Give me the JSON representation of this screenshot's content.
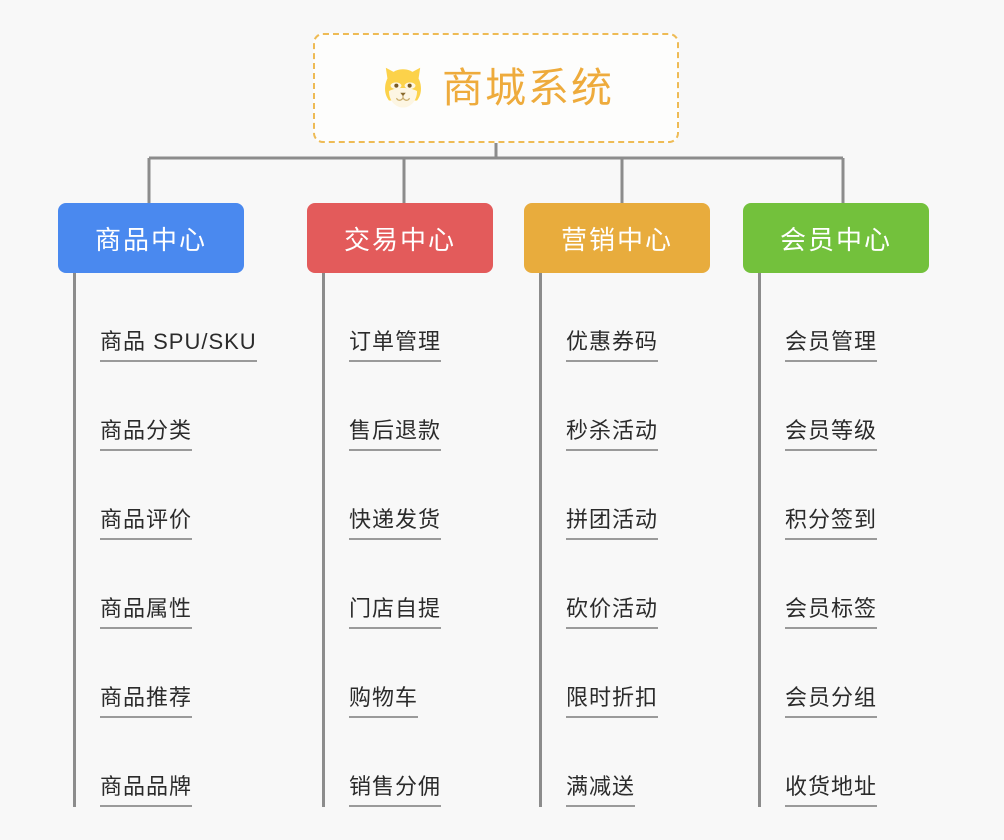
{
  "root": {
    "title": "商城系统",
    "icon": "shiba-dog-face-icon",
    "border_color": "#eebb55",
    "text_color": "#eeab3c"
  },
  "theme": {
    "background": "#f8f8f8",
    "connector_color": "#8c8c8c",
    "item_text_color": "#2b2b2b",
    "item_underline_color": "#9a9a9a"
  },
  "categories": [
    {
      "label": "商品中心",
      "color": "#4a89ef",
      "items": [
        {
          "label": "商品 SPU/SKU"
        },
        {
          "label": "商品分类"
        },
        {
          "label": "商品评价"
        },
        {
          "label": "商品属性"
        },
        {
          "label": "商品推荐"
        },
        {
          "label": "商品品牌"
        }
      ]
    },
    {
      "label": "交易中心",
      "color": "#e35b5b",
      "items": [
        {
          "label": "订单管理"
        },
        {
          "label": "售后退款"
        },
        {
          "label": "快递发货"
        },
        {
          "label": "门店自提"
        },
        {
          "label": "购物车"
        },
        {
          "label": "销售分佣"
        }
      ]
    },
    {
      "label": "营销中心",
      "color": "#e8ac3d",
      "items": [
        {
          "label": "优惠券码"
        },
        {
          "label": "秒杀活动"
        },
        {
          "label": "拼团活动"
        },
        {
          "label": "砍价活动"
        },
        {
          "label": "限时折扣"
        },
        {
          "label": "满减送"
        }
      ]
    },
    {
      "label": "会员中心",
      "color": "#73c13c",
      "items": [
        {
          "label": "会员管理"
        },
        {
          "label": "会员等级"
        },
        {
          "label": "积分签到"
        },
        {
          "label": "会员标签"
        },
        {
          "label": "会员分组"
        },
        {
          "label": "收货地址"
        }
      ]
    }
  ]
}
